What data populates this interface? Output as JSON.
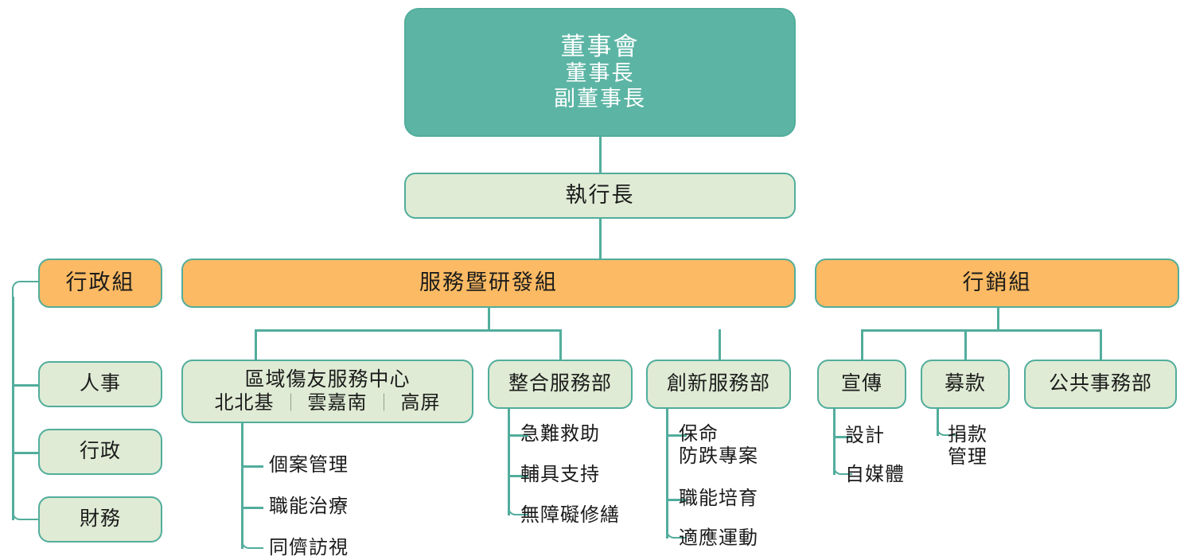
{
  "chart_data": {
    "type": "diagram",
    "diagram_type": "organization-chart",
    "title": "",
    "orientation": "top-down",
    "colors": {
      "level1_fill": "#5CB5A4",
      "level1_text": "#FFFFFF",
      "pale_fill": "#DFEBD4",
      "group_fill": "#FBBA63",
      "border": "#52AD9C",
      "leaf_text": "#1B1B1B",
      "separator": "#8D9A8D",
      "background": "#FFFFFF"
    }
  },
  "board": {
    "line1": "董事會",
    "line2": "董事長",
    "line3": "副董事長"
  },
  "ceo": {
    "label": "執行長"
  },
  "groups": {
    "admin": {
      "label": "行政組",
      "children": [
        {
          "label": "人事"
        },
        {
          "label": "行政"
        },
        {
          "label": "財務"
        }
      ]
    },
    "service": {
      "label": "服務暨研發組",
      "departments": [
        {
          "title": "區域傷友服務中心",
          "regions": [
            "北北基",
            "雲嘉南",
            "高屏"
          ],
          "separator": "｜",
          "leaves": [
            "個案管理",
            "職能治療",
            "同儕訪視"
          ]
        },
        {
          "title": "整合服務部",
          "leaves": [
            "急難救助",
            "輔具支持",
            "無障礙修繕"
          ]
        },
        {
          "title": "創新服務部",
          "leaves": [
            "保命\n防跌專案",
            "職能培育",
            "適應運動"
          ]
        }
      ]
    },
    "marketing": {
      "label": "行銷組",
      "departments": [
        {
          "title": "宣傳",
          "leaves": [
            "設計",
            "自媒體"
          ]
        },
        {
          "title": "募款",
          "leaves": [
            "捐款\n管理"
          ]
        },
        {
          "title": "公共事務部",
          "leaves": []
        }
      ]
    }
  }
}
